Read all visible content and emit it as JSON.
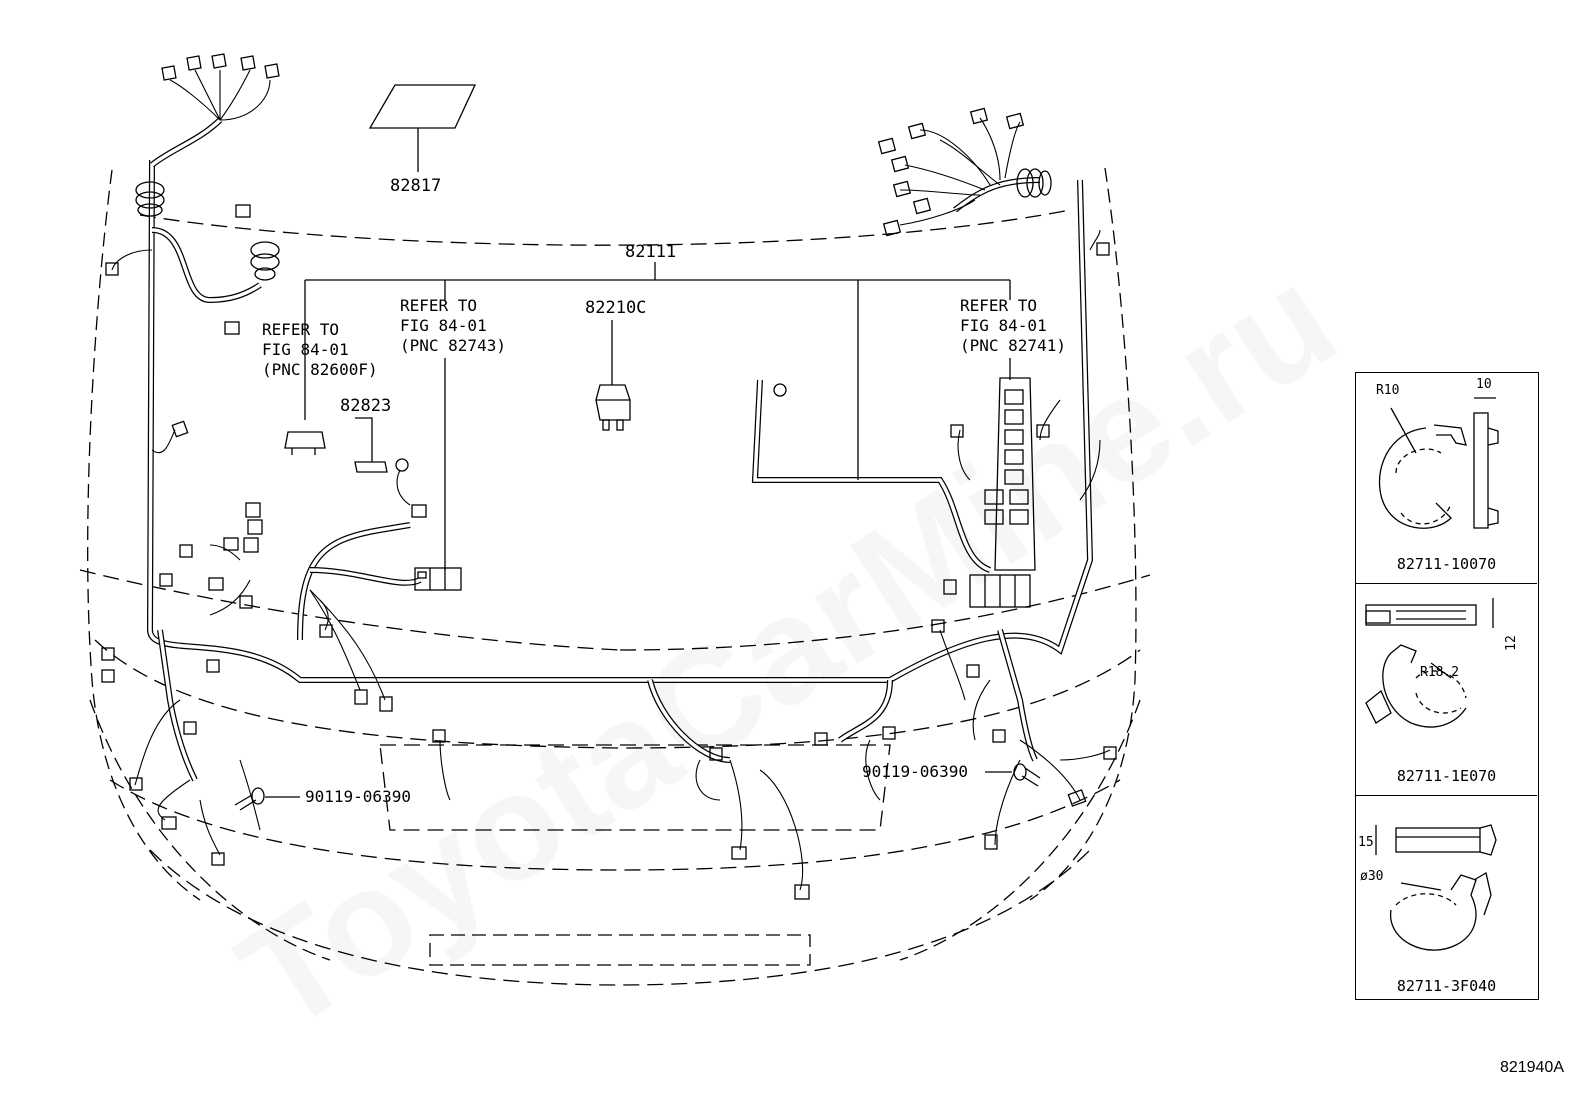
{
  "watermark": "ToyotaCarMine.ru",
  "figure_code": "821940A",
  "parts": {
    "p82817": "82817",
    "p82111": "82111",
    "p82210c": "82210C",
    "p82823": "82823",
    "bolt_left": "90119-06390",
    "bolt_right": "90119-06390"
  },
  "refs": {
    "left": {
      "line1": "REFER TO",
      "line2": "FIG 84-01",
      "line3": "(PNC 82600F)"
    },
    "middle": {
      "line1": "REFER TO",
      "line2": "FIG 84-01",
      "line3": "(PNC 82743)"
    },
    "right": {
      "line1": "REFER TO",
      "line2": "FIG 84-01",
      "line3": "(PNC 82741)"
    }
  },
  "clamps": [
    {
      "part": "82711-10070",
      "dims": [
        "R10",
        "10"
      ]
    },
    {
      "part": "82711-1E070",
      "dims": [
        "12",
        "R18.2"
      ]
    },
    {
      "part": "82711-3F040",
      "dims": [
        "15",
        "ø30"
      ]
    }
  ]
}
